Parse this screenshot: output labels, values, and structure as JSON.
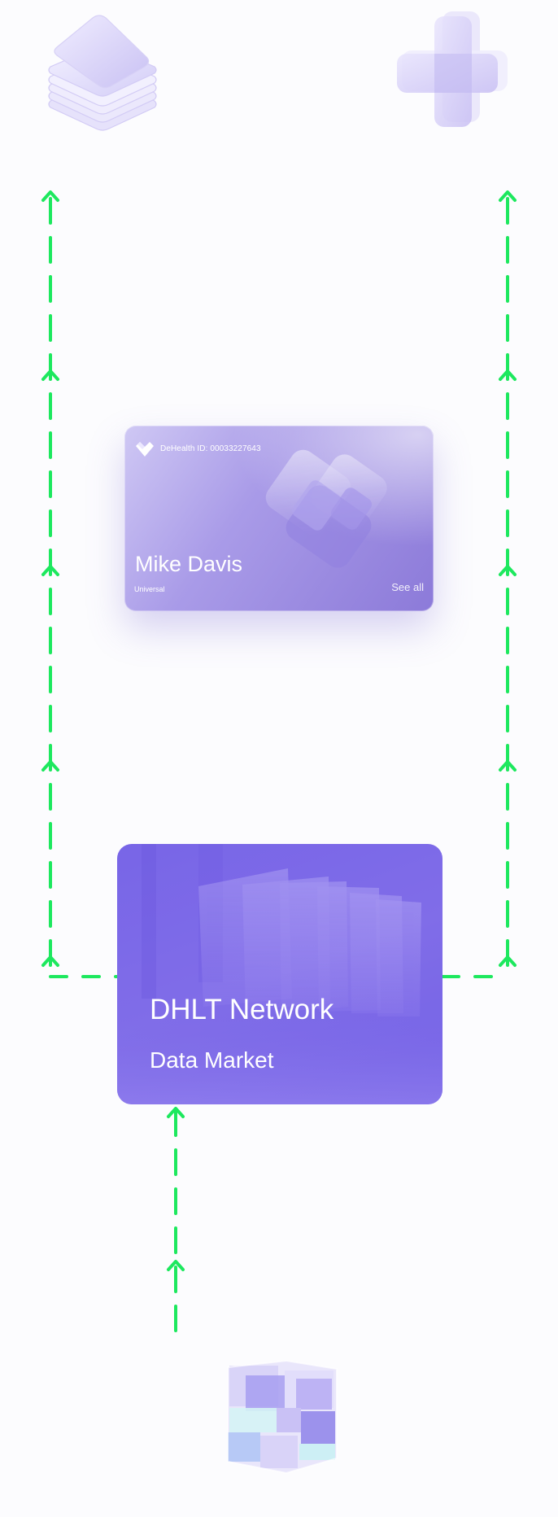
{
  "diagram": {
    "arrow_color": "#1de85e",
    "accent_color": "#7b69e9",
    "nodes": {
      "top_left": {
        "icon": "stacked-layers-icon"
      },
      "top_right": {
        "icon": "medical-cross-icon"
      },
      "bottom": {
        "icon": "glass-cube-icon"
      }
    }
  },
  "id_card": {
    "logo_icon": "heart-logo-icon",
    "id_label": "DeHealth ID: 00033227643",
    "holder_name": "Mike Davis",
    "plan": "Universal",
    "see_all": "See all"
  },
  "network_card": {
    "title": "DHLT Network",
    "subtitle": "Data Market"
  }
}
